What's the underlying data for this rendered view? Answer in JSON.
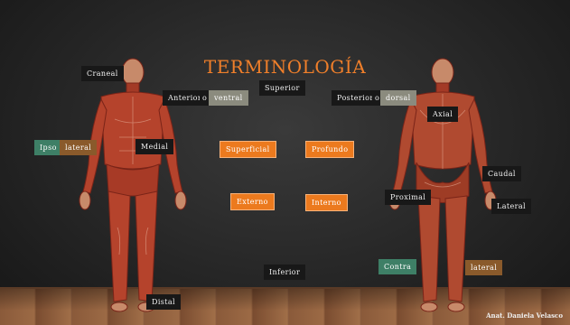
{
  "title": "TERMINOLOGÍA",
  "labels": {
    "craneal": "Craneal",
    "anterior": "Anterior",
    "o1": "o",
    "ventral": "ventral",
    "superior": "Superior",
    "posterior": "Posterior",
    "o2": "o",
    "dorsal": "dorsal",
    "axial": "Axial",
    "ipso": "Ipso",
    "lateral1": "lateral",
    "medial": "Medial",
    "superficial": "Superficial",
    "profundo": "Profundo",
    "caudal": "Caudal",
    "externo": "Externo",
    "interno": "Interno",
    "proximal": "Proximal",
    "lateral2": "Lateral",
    "inferior": "Inferior",
    "contra": "Contra",
    "lateral3": "lateral",
    "distal": "Distal"
  },
  "credit": "Anat. Daniela Velasco",
  "colors": {
    "accent": "#ec7a1e",
    "title": "#f07f2a",
    "green": "#3e7f66",
    "brown": "#8a5a2b",
    "grey": "#8b8b7e"
  }
}
